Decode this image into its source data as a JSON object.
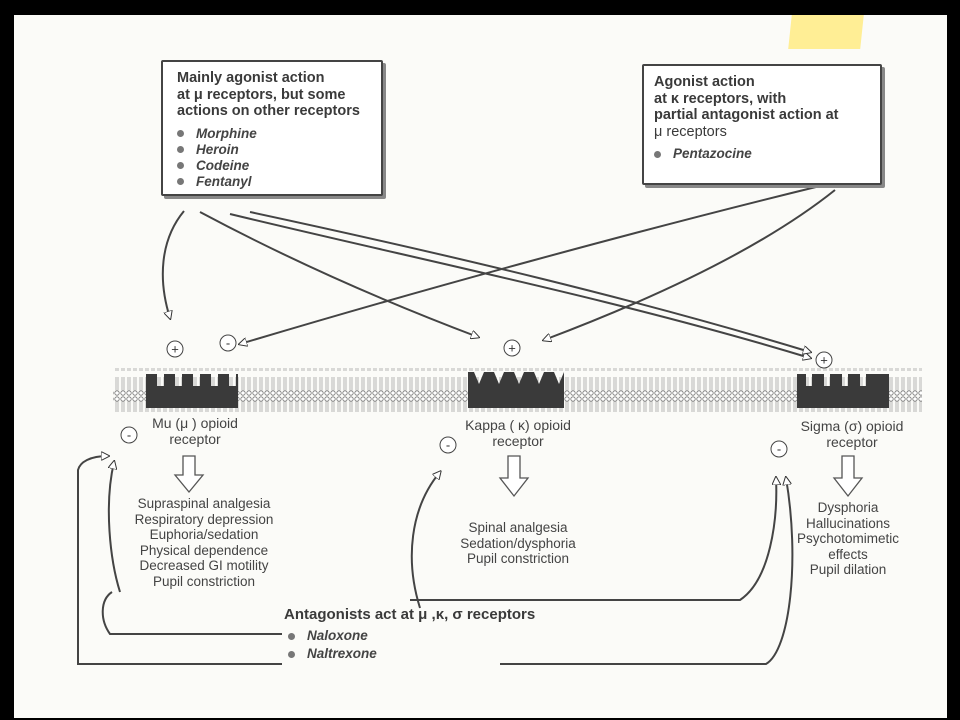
{
  "agonist_box": {
    "title_lines": [
      "Mainly agonist action",
      "at μ receptors, but some",
      "actions on other receptors"
    ],
    "drugs": [
      "Morphine",
      "Heroin",
      "Codeine",
      "Fentanyl"
    ]
  },
  "kappa_agonist_box": {
    "title_lines": [
      "Agonist action",
      "at κ receptors, with",
      "partial antagonist action at",
      "μ receptors"
    ],
    "drugs": [
      "Pentazocine"
    ]
  },
  "receptors": {
    "mu": {
      "label_lines": [
        "Mu (μ ) opioid",
        "receptor"
      ],
      "effects": [
        "Supraspinal analgesia",
        "Respiratory depression",
        "Euphoria/sedation",
        "Physical dependence",
        "Decreased GI motility",
        "Pupil constriction"
      ]
    },
    "kappa": {
      "label_lines": [
        "Kappa ( κ) opioid",
        "receptor"
      ],
      "effects": [
        "Spinal analgesia",
        "Sedation/dysphoria",
        "Pupil constriction"
      ]
    },
    "sigma": {
      "label_lines": [
        "Sigma (σ) opioid",
        "receptor"
      ],
      "effects": [
        "Dysphoria",
        "Hallucinations",
        "Psychotomimetic",
        "effects",
        "Pupil dilation"
      ]
    }
  },
  "signs": {
    "plus": "+",
    "minus": "-"
  },
  "antagonists": {
    "title": "Antagonists act at μ ,κ, σ receptors",
    "drugs": [
      "Naloxone",
      "Naltrexone"
    ]
  }
}
